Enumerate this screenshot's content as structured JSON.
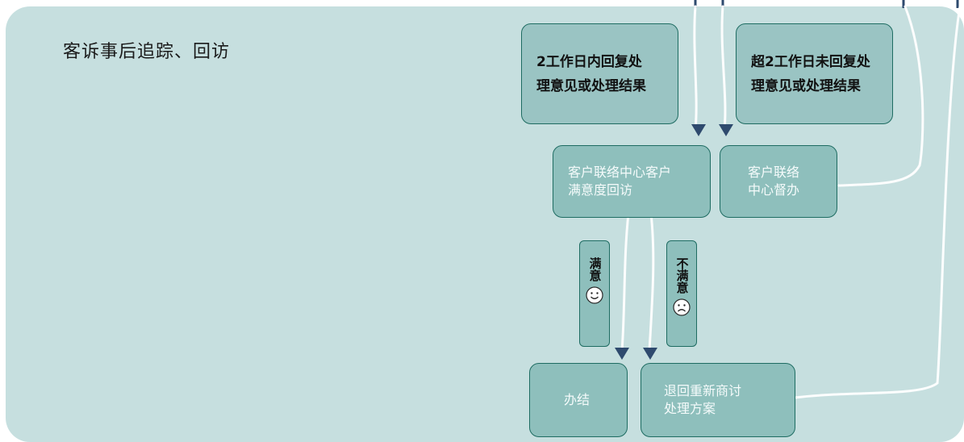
{
  "title": "客诉事后追踪、回访",
  "boxes": {
    "within_2_days": "2工作日内回复处\n理意见或处理结果",
    "over_2_days": "超2工作日未回复处\n理意见或处理结果",
    "satisfaction_visit": "客户联络中心客户\n满意度回访",
    "supervise": "客户联络\n中心督办",
    "closed": "办结",
    "return_renegotiate": "退回重新商讨\n处理方案"
  },
  "labels": {
    "satisfied": "满意",
    "unsatisfied": "不满意"
  },
  "colors": {
    "panel": "#c6dfdf",
    "box_dark": "#9ac4c3",
    "box_light": "#8ebfbc",
    "border": "#1e6c62",
    "arrow": "#2e4a6e",
    "wire": "#ffffff"
  },
  "icons": {
    "smile": "smile-face-icon",
    "frown": "frown-face-icon",
    "arrow": "arrow-down-icon"
  }
}
